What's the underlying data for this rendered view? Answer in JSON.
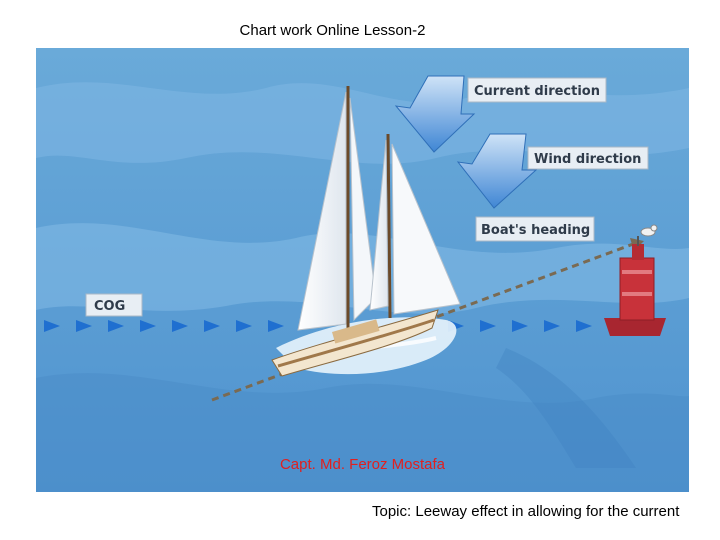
{
  "slide": {
    "title": "Chart work Online Lesson-2",
    "author": "Capt. Md. Feroz Mostafa",
    "topic": "Topic: Leeway effect in allowing for the current"
  },
  "diagram": {
    "labels": {
      "current_direction": "Current direction",
      "wind_direction": "Wind direction",
      "boats_heading": "Boat's heading",
      "cog": "COG"
    },
    "icons": [
      "current-arrow-icon",
      "wind-arrow-icon",
      "sailboat-icon",
      "buoy-icon",
      "gull-icon"
    ],
    "colors": {
      "sea": "#5b9fd6",
      "sea_light": "#8cc0e8",
      "arrow": "#4a8fd8",
      "cog_marker": "#1f6fd0",
      "heading_line": "#7a6a52",
      "buoy": "#c8323a",
      "label_box": "#e8eef4",
      "author_text": "#e02020"
    }
  }
}
